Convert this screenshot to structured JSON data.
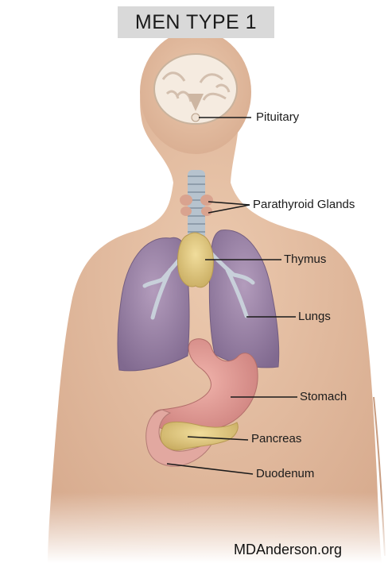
{
  "title": "MEN TYPE 1",
  "labels": {
    "pituitary": "Pituitary",
    "parathyroid": "Parathyroid Glands",
    "thymus": "Thymus",
    "lungs": "Lungs",
    "stomach": "Stomach",
    "pancreas": "Pancreas",
    "duodenum": "Duodenum"
  },
  "credit": "MDAnderson.org",
  "colors": {
    "skin": "#e6c2a7",
    "skin_shadow": "#d6ab8f",
    "lung": "#9c83a6",
    "stomach": "#e59a95",
    "gland": "#e7cf86",
    "trachea": "#b9c4cf",
    "brain": "#f5eadf",
    "leader_line": "#1a1a1a",
    "title_bg": "#d9d9d9"
  }
}
